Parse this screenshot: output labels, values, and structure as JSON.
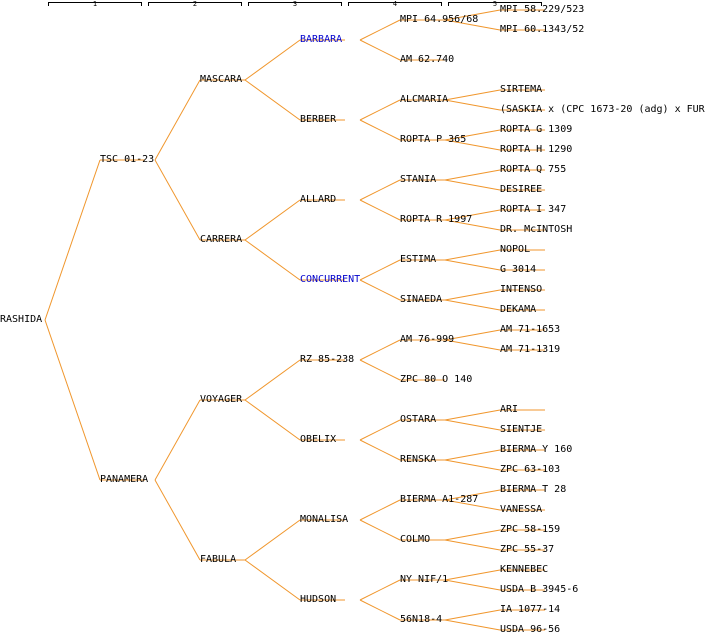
{
  "colors": {
    "branch": "#f0962c",
    "highlight": "#0000cc",
    "text": "#000000",
    "ruler": "#000000"
  },
  "generations": [
    "1",
    "2",
    "3",
    "4",
    "5"
  ],
  "pedigree": {
    "name": "RASHIDA",
    "parents": [
      {
        "name": "TSC 01-23",
        "parents": [
          {
            "name": "MASCARA",
            "parents": [
              {
                "name": "BARBARA",
                "highlight": true,
                "parents": [
                  {
                    "name": "MPI 64.956/68",
                    "parents": [
                      {
                        "name": "MPI 58.229/523"
                      },
                      {
                        "name": "MPI 60.1343/52"
                      }
                    ]
                  },
                  {
                    "name": "AM 62.740"
                  }
                ]
              },
              {
                "name": "BERBER",
                "parents": [
                  {
                    "name": "ALCMARIA",
                    "parents": [
                      {
                        "name": "SIRTEMA"
                      },
                      {
                        "name": "(SASKIA x (CPC 1673-20 (adg) x FUR"
                      }
                    ]
                  },
                  {
                    "name": "ROPTA P 365",
                    "parents": [
                      {
                        "name": "ROPTA G 1309"
                      },
                      {
                        "name": "ROPTA H 1290"
                      }
                    ]
                  }
                ]
              }
            ]
          },
          {
            "name": "CARRERA",
            "parents": [
              {
                "name": "ALLARD",
                "parents": [
                  {
                    "name": "STANIA",
                    "parents": [
                      {
                        "name": "ROPTA Q 755"
                      },
                      {
                        "name": "DESIREE"
                      }
                    ]
                  },
                  {
                    "name": "ROPTA R 1997",
                    "parents": [
                      {
                        "name": "ROPTA I 347"
                      },
                      {
                        "name": "DR. McINTOSH"
                      }
                    ]
                  }
                ]
              },
              {
                "name": "CONCURRENT",
                "highlight": true,
                "parents": [
                  {
                    "name": "ESTIMA",
                    "parents": [
                      {
                        "name": "NOPOL"
                      },
                      {
                        "name": "G 3014"
                      }
                    ]
                  },
                  {
                    "name": "SINAEDA",
                    "parents": [
                      {
                        "name": "INTENSO"
                      },
                      {
                        "name": "DEKAMA"
                      }
                    ]
                  }
                ]
              }
            ]
          }
        ]
      },
      {
        "name": "PANAMERA",
        "parents": [
          {
            "name": "VOYAGER",
            "parents": [
              {
                "name": "RZ 85-238",
                "parents": [
                  {
                    "name": "AM 76-999",
                    "parents": [
                      {
                        "name": "AM 71-1653"
                      },
                      {
                        "name": "AM 71-1319"
                      }
                    ]
                  },
                  {
                    "name": "ZPC 80 O 140"
                  }
                ]
              },
              {
                "name": "OBELIX",
                "parents": [
                  {
                    "name": "OSTARA",
                    "parents": [
                      {
                        "name": "ARI"
                      },
                      {
                        "name": "SIENTJE"
                      }
                    ]
                  },
                  {
                    "name": "RENSKA",
                    "parents": [
                      {
                        "name": "BIERMA Y 160"
                      },
                      {
                        "name": "ZPC 63-103"
                      }
                    ]
                  }
                ]
              }
            ]
          },
          {
            "name": "FABULA",
            "parents": [
              {
                "name": "MONALISA",
                "parents": [
                  {
                    "name": "BIERMA A1-287",
                    "parents": [
                      {
                        "name": "BIERMA T 28"
                      },
                      {
                        "name": "VANESSA"
                      }
                    ]
                  },
                  {
                    "name": "COLMO",
                    "parents": [
                      {
                        "name": "ZPC 58-159"
                      },
                      {
                        "name": "ZPC 55-37"
                      }
                    ]
                  }
                ]
              },
              {
                "name": "HUDSON",
                "parents": [
                  {
                    "name": "NY NIF/1",
                    "parents": [
                      {
                        "name": "KENNEBEC"
                      },
                      {
                        "name": "USDA B 3945-6"
                      }
                    ]
                  },
                  {
                    "name": "56N18-4",
                    "parents": [
                      {
                        "name": "IA 1077-14"
                      },
                      {
                        "name": "USDA 96-56"
                      }
                    ]
                  }
                ]
              }
            ]
          }
        ]
      }
    ]
  }
}
